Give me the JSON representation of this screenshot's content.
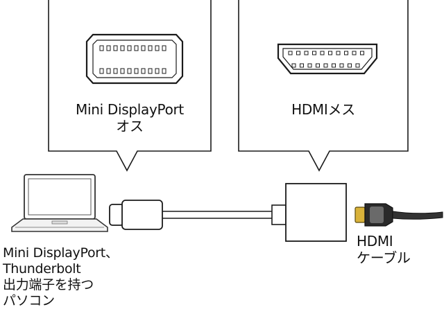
{
  "callouts": {
    "left": {
      "line1": "Mini DisplayPort",
      "line2": "オス"
    },
    "right": {
      "line1": "HDMIメス"
    }
  },
  "captions": {
    "laptop": {
      "line1": "Mini DisplayPort、",
      "line2": "Thunderbolt",
      "line3": "出力端子を持つ",
      "line4": "パソコン"
    },
    "cable": {
      "line1": "HDMI",
      "line2": "ケーブル"
    }
  },
  "colors": {
    "stroke": "#1a1a1a",
    "plug_gold": "#d9b23a"
  }
}
